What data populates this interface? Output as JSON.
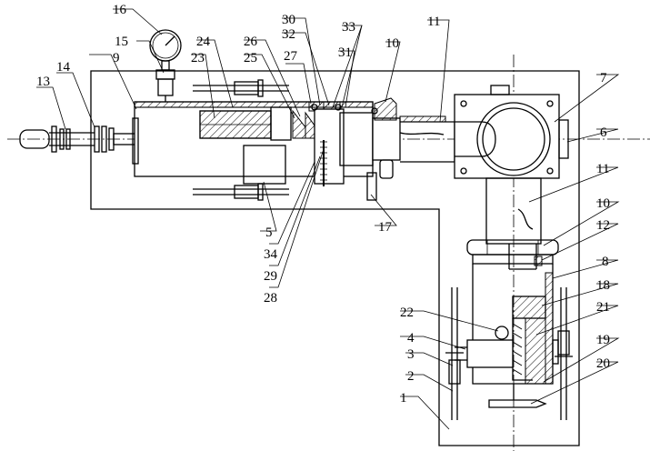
{
  "labels": {
    "n1": "1",
    "n2": "2",
    "n3": "3",
    "n4": "4",
    "n5": "5",
    "n6": "6",
    "n7": "7",
    "n8": "8",
    "n9": "9",
    "n10a": "10",
    "n10b": "10",
    "n11a": "11",
    "n11b": "11",
    "n12": "12",
    "n13": "13",
    "n14": "14",
    "n15": "15",
    "n16": "16",
    "n17": "17",
    "n18": "18",
    "n19": "19",
    "n20": "20",
    "n21": "21",
    "n22": "22",
    "n23": "23",
    "n24": "24",
    "n25": "25",
    "n26": "26",
    "n27": "27",
    "n28": "28",
    "n29": "29",
    "n30": "30",
    "n31": "31",
    "n32": "32",
    "n33": "33",
    "n34": "34"
  }
}
